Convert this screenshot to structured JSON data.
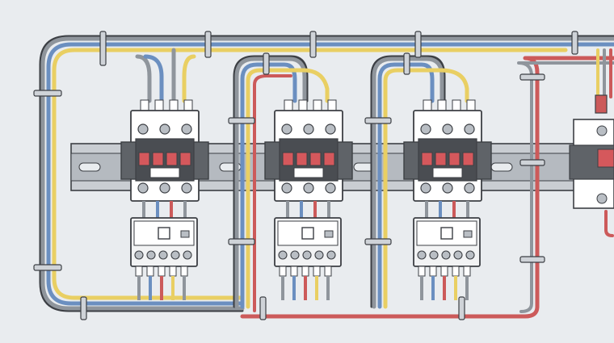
{
  "scene": {
    "subject": "electrical-panel-wiring",
    "contactor_count": 3,
    "overload_relay_count": 3,
    "partial_contactor_count": 1
  },
  "colors": {
    "background": "#e9ecef",
    "din_rail": "#c3c8ce",
    "din_rail_shadow": "#a7adb4",
    "contactor_body": "#ffffff",
    "contactor_frame": "#5f6368",
    "contactor_dark": "#4a4d52",
    "contactor_red": "#d5585c",
    "relay_body": "#f2f3f4",
    "terminal": "#b9bec4",
    "wire_gray": "#8f959c",
    "wire_blue": "#6b8fc0",
    "wire_yellow": "#e9cf63",
    "wire_red": "#cc5a5a",
    "cable_tie": "#cfd3d8",
    "outline": "#3c3f44"
  },
  "icons": {
    "contactor": "contactor-icon",
    "overload_relay": "overload-relay-icon",
    "din_rail": "din-rail-icon",
    "cable_tie": "cable-tie-icon"
  }
}
